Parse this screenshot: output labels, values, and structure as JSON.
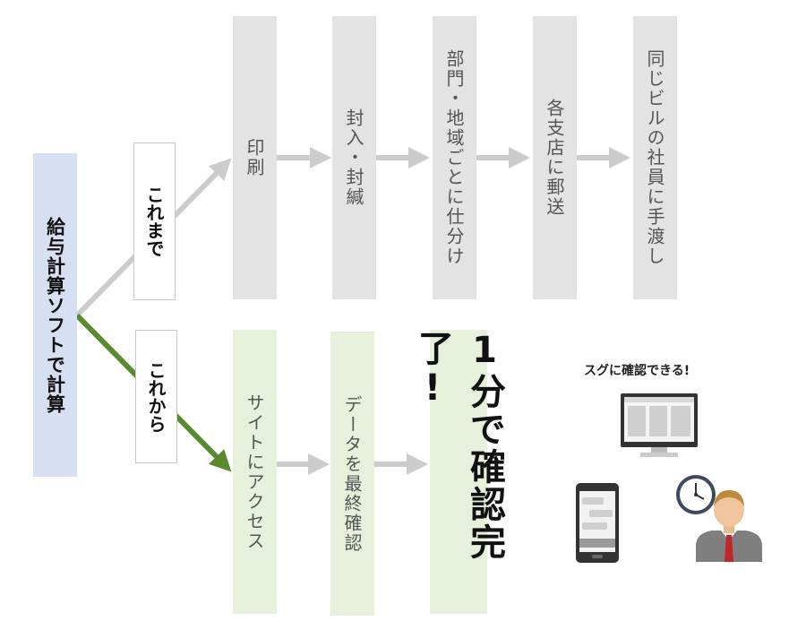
{
  "source": {
    "label": "給与計算ソフトで計算"
  },
  "branches": {
    "before": "これまで",
    "after": "これから"
  },
  "old_flow": [
    {
      "label": "印刷"
    },
    {
      "label": "封入・封緘"
    },
    {
      "label": "部門・地域ごとに仕分け"
    },
    {
      "label": "各支店に郵送"
    },
    {
      "label": "同じビルの社員に手渡し"
    }
  ],
  "new_flow": [
    {
      "label": "サイトにアクセス"
    },
    {
      "label": "データを最終確認"
    },
    {
      "label": "1分で確認完了!"
    }
  ],
  "caption": "スグに確認できる!",
  "icons": [
    "monitor-icon",
    "smartphone-icon",
    "clock-icon",
    "businessman-icon"
  ],
  "colors": {
    "source_bg": "#d6e0f2",
    "old_step_bg": "#e3e3e3",
    "new_step_bg": "#e6f0da",
    "green_arrow": "#5a8a2e",
    "grey_arrow": "#cccccc"
  }
}
